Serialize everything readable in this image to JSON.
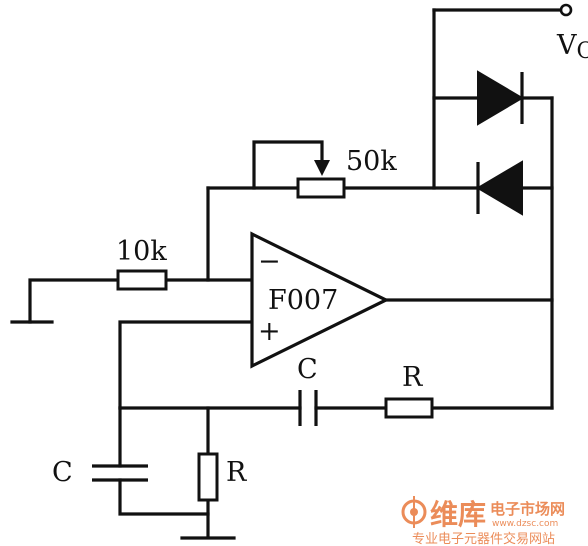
{
  "components": {
    "opamp": {
      "label": "F007",
      "inverting_symbol": "−",
      "noninverting_symbol": "+"
    },
    "input_resistor": {
      "label": "10k"
    },
    "potentiometer": {
      "label": "50k"
    },
    "output": {
      "label": "V",
      "subscript": "O"
    },
    "series_capacitor": {
      "label": "C"
    },
    "series_resistor": {
      "label": "R"
    },
    "shunt_capacitor": {
      "label": "C"
    },
    "shunt_resistor": {
      "label": "R"
    }
  },
  "watermark": {
    "brand": "维库",
    "brand_sub": "电子市场网",
    "url": "www.dzsc.com",
    "slogan": "专业电子元器件交易网站"
  },
  "colors": {
    "ink": "#111111",
    "watermark": "#e8793d"
  }
}
